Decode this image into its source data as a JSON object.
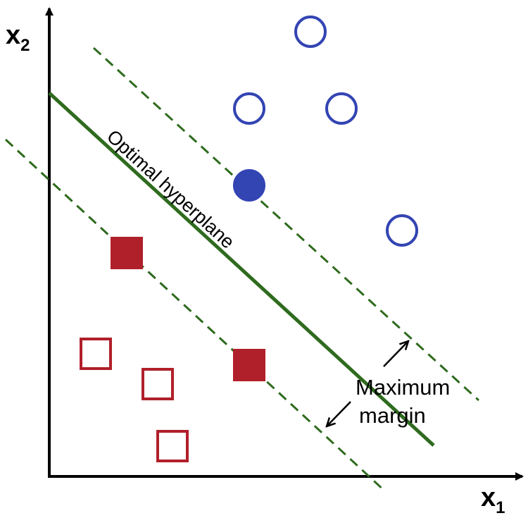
{
  "axes": {
    "x_label": "x",
    "x_subscript": "1",
    "y_label": "x",
    "y_subscript": "2"
  },
  "annotations": {
    "hyperplane_label": "Optimal hyperplane",
    "margin_label_line1": "Maximum",
    "margin_label_line2": "margin"
  },
  "colors": {
    "axis": "#000000",
    "hyperplane": "#2e6b1e",
    "margin_line": "#2e6b1e",
    "class_circle": "#3344b3",
    "class_square": "#b0202a"
  },
  "points": {
    "circles": [
      {
        "filled": false
      },
      {
        "filled": false
      },
      {
        "filled": false
      },
      {
        "filled": true
      },
      {
        "filled": false
      }
    ],
    "squares": [
      {
        "filled": true
      },
      {
        "filled": true
      },
      {
        "filled": false
      },
      {
        "filled": false
      },
      {
        "filled": false
      }
    ]
  }
}
